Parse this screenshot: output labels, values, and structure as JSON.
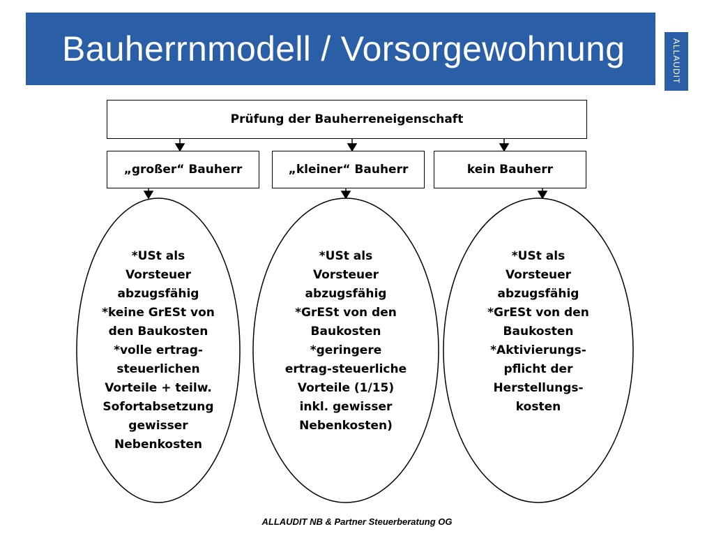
{
  "title": "Bauherrnmodell / Vorsorgewohnung",
  "side_tab": "ALLAUDIT",
  "diagram": {
    "top_box": "Prüfung der Bauherreneigenschaft",
    "categories": [
      {
        "label": "„großer“ Bauherr",
        "details": [
          "*USt als",
          "Vorsteuer",
          "abzugsfähig",
          "*keine GrESt von",
          "den Baukosten",
          "*volle ertrag-",
          "steuerlichen",
          "Vorteile + teilw.",
          "Sofortabsetzung",
          "gewisser",
          "Nebenkosten"
        ]
      },
      {
        "label": "„kleiner“ Bauherr",
        "details": [
          "*USt als",
          "Vorsteuer",
          "abzugsfähig",
          "*GrESt von den",
          "Baukosten",
          "*geringere",
          "ertrag-steuerliche",
          "Vorteile (1/15)",
          "inkl. gewisser",
          "Nebenkosten)"
        ]
      },
      {
        "label": "kein Bauherr",
        "details": [
          "*USt als",
          "Vorsteuer",
          "abzugsfähig",
          "*GrESt von den",
          "Baukosten",
          "*Aktivierungs-",
          "pflicht der",
          "Herstellungs-",
          "kosten"
        ]
      }
    ]
  },
  "footer": "ALLAUDIT NB & Partner Steuerberatung OG",
  "colors": {
    "brand_blue": "#2a5ea7"
  }
}
